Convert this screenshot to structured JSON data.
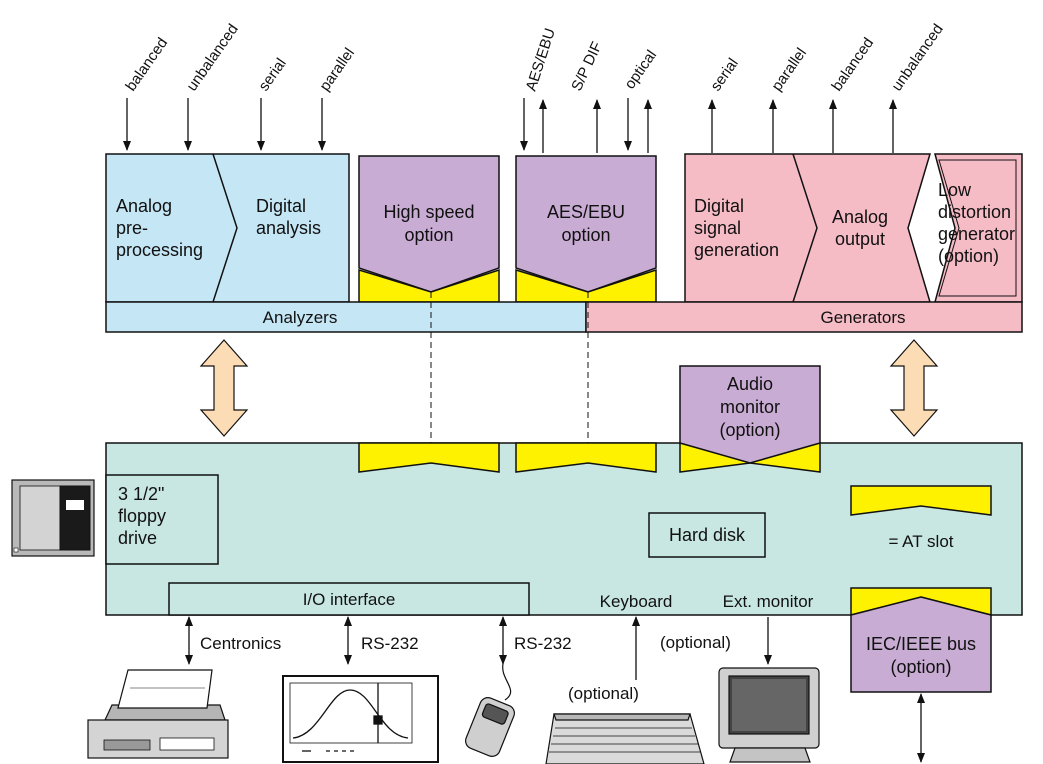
{
  "inputs": {
    "balanced": "balanced",
    "unbalanced": "unbalanced",
    "serial": "serial",
    "parallel": "parallel",
    "aes_ebu": "AES/EBU",
    "spdif": "S/P DIF",
    "optical": "optical"
  },
  "outputs": {
    "serial": "serial",
    "parallel": "parallel",
    "balanced": "balanced",
    "unbalanced": "unbalanced"
  },
  "blocks": {
    "analog_pre_1": "Analog",
    "analog_pre_2": "pre-",
    "analog_pre_3": "processing",
    "digital_analysis_1": "Digital",
    "digital_analysis_2": "analysis",
    "high_speed_1": "High speed",
    "high_speed_2": "option",
    "aesebu_opt_1": "AES/EBU",
    "aesebu_opt_2": "option",
    "digital_sig_1": "Digital",
    "digital_sig_2": "signal",
    "digital_sig_3": "generation",
    "analog_out_1": "Analog",
    "analog_out_2": "output",
    "low_dist_1": "Low",
    "low_dist_2": "distortion",
    "low_dist_3": "generator",
    "low_dist_4": "(option)",
    "analyzers": "Analyzers",
    "generators": "Generators",
    "audio_mon_1": "Audio",
    "audio_mon_2": "monitor",
    "audio_mon_3": "(option)",
    "floppy_1": "3 1/2\"",
    "floppy_2": "floppy",
    "floppy_3": "drive",
    "hard_disk": "Hard disk",
    "at_slot": "= AT slot",
    "io_interface": "I/O interface",
    "keyboard": "Keyboard",
    "ext_monitor": "Ext. monitor",
    "iec_1": "IEC/IEEE bus",
    "iec_2": "(option)"
  },
  "ports": {
    "centronics": "Centronics",
    "rs232_a": "RS-232",
    "rs232_b": "RS-232",
    "optional_a": "(optional)",
    "optional_b": "(optional)"
  },
  "colors": {
    "analyzer_blue": "#c5e6f5",
    "generator_pink": "#f6bcc6",
    "option_purple": "#c8acd3",
    "slot_yellow": "#fff200",
    "mainboard_teal": "#c8e7e2",
    "bus_arrow": "#fcdcb4"
  }
}
